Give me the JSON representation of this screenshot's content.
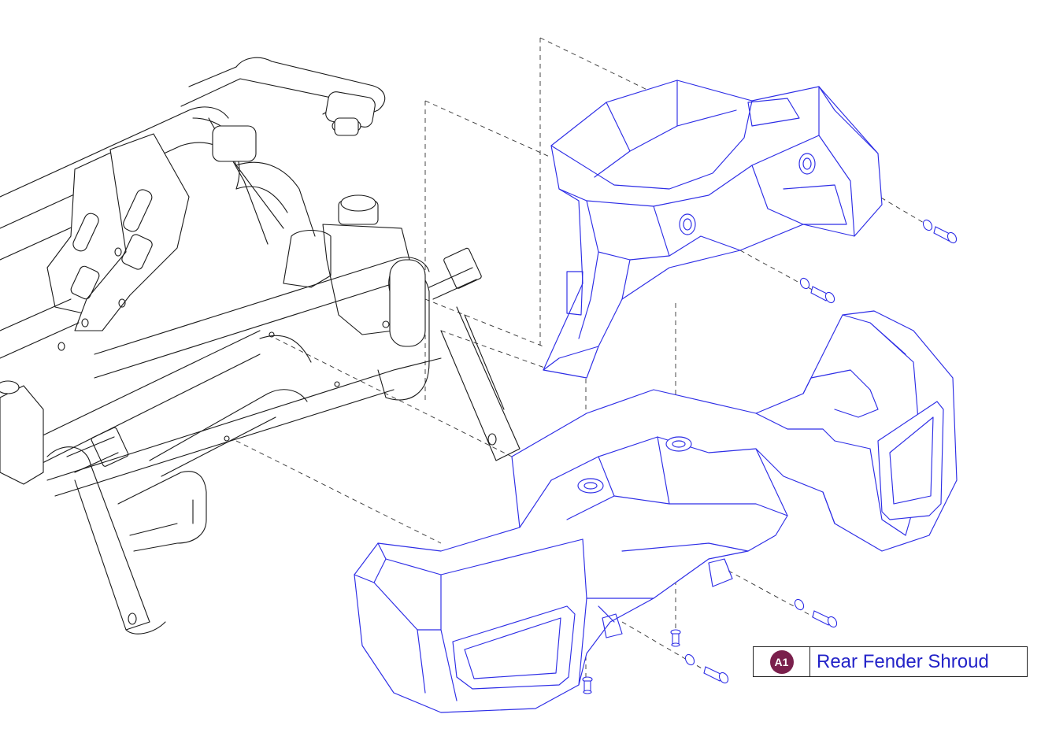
{
  "diagram": {
    "type": "exploded-parts-view",
    "part_color": "#2d2de6",
    "frame_color": "#1a1a1a",
    "parts": [
      {
        "callout": "A1",
        "name": "Rear Fender Shroud",
        "badge_color": "#7a1f4c",
        "text_color": "#2323c8"
      }
    ]
  }
}
